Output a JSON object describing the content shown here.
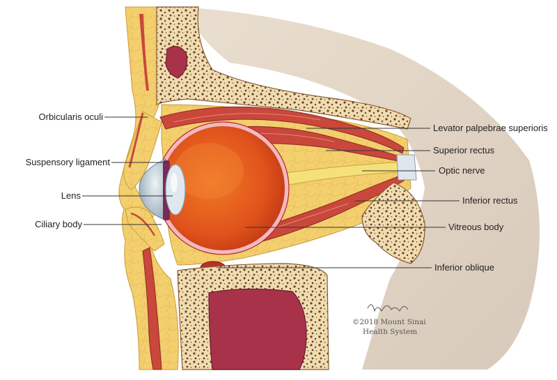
{
  "labels": {
    "orbicularis_oculi": "Orbicularis oculi",
    "suspensory_ligament": "Suspensory ligament",
    "lens": "Lens",
    "ciliary_body": "Ciliary body",
    "levator_palpebrae": "Levator palpebrae superioris",
    "superior_rectus": "Superior rectus",
    "optic_nerve": "Optic nerve",
    "inferior_rectus": "Inferior rectus",
    "vitreous_body": "Vitreous body",
    "inferior_oblique": "Inferior oblique"
  },
  "signature": {
    "line1": "©2018 Mount Sinai",
    "line2": "Health System"
  },
  "colors": {
    "fat": "#f3cf6d",
    "bone": "#efdcb0",
    "bone_pores": "#6b3f24",
    "muscle": "#c9473b",
    "muscle_stripe": "#e8877a",
    "eye": "#e85a1e",
    "sinus": "#a8324a",
    "background_tissue": "#c9b49a"
  }
}
